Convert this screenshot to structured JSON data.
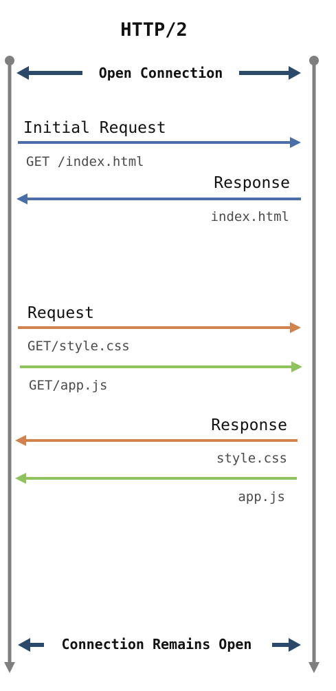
{
  "title": "HTTP/2",
  "banners": {
    "open": "Open Connection",
    "remains_open": "Connection Remains Open"
  },
  "messages": {
    "initial_request": {
      "label": "Initial Request",
      "detail": "GET /index.html",
      "direction": "client-to-server"
    },
    "initial_response": {
      "label": "Response",
      "detail": "index.html",
      "direction": "server-to-client"
    },
    "request_css": {
      "label": "Request",
      "detail": "GET/style.css",
      "direction": "client-to-server"
    },
    "request_js": {
      "detail": "GET/app.js",
      "direction": "client-to-server"
    },
    "response_css": {
      "label": "Response",
      "detail": "style.css",
      "direction": "server-to-client"
    },
    "response_js": {
      "detail": "app.js",
      "direction": "server-to-client"
    }
  },
  "colors": {
    "lifeline": "#7f7f7f",
    "banner_arrow": "#2b4a6b",
    "initial": "#4a6fa8",
    "css": "#d0834f",
    "js": "#8fc35e",
    "text": "#111111",
    "detail_text": "#4a4a4a"
  }
}
